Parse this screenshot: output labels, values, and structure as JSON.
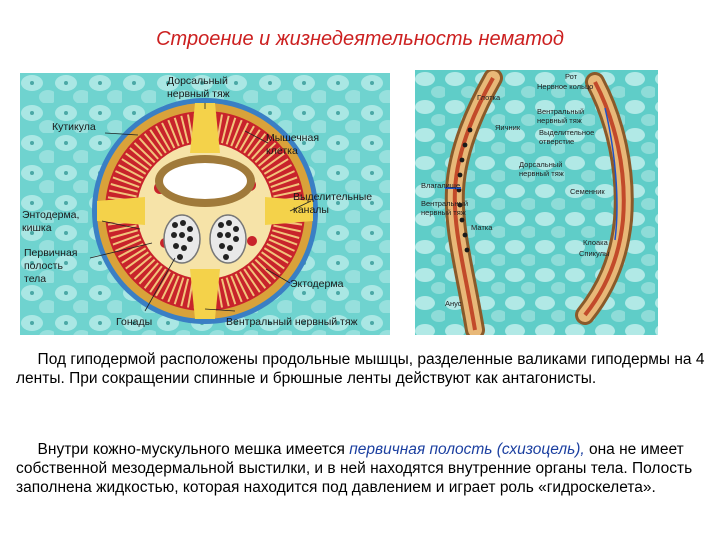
{
  "title": "Строение и жизнедеятельность нематод",
  "cross_section": {
    "labels": {
      "dorsal_nerve": [
        "Дорсальный",
        "нервный тяж"
      ],
      "cuticle": "Кутикула",
      "muscle_cell": [
        "Мышечная",
        "клетка"
      ],
      "excretory": [
        "Выделительные",
        "каналы"
      ],
      "endoderm": [
        "Энтодерма,",
        "кишка"
      ],
      "primary_cavity": [
        "Первичная",
        "полость",
        "тела"
      ],
      "ectoderm": "Эктодерма",
      "gonads": "Гонады",
      "ventral_nerve": "Вентральный нервный тяж"
    }
  },
  "body_diagram": {
    "labels": {
      "mouth": "Рот",
      "nerve_ring": "Нервное кольцо",
      "pharynx": "Глотка",
      "ventral_nerve": [
        "Вентральный",
        "нервный тяж"
      ],
      "ovary": "Яичник",
      "excretory_pore": [
        "Выделительное",
        "отверстие"
      ],
      "dorsal_nerve": [
        "Дорсальный",
        "нервный тяж"
      ],
      "testis": "Семенник",
      "vagina": "Влагалище",
      "ventral_nerve_2": [
        "Вентральный",
        "нервный тяж"
      ],
      "uterus": "Матка",
      "cloaca": "Клоака",
      "spicules": "Спикулы",
      "anus": "Анус"
    }
  },
  "paragraph1": "Под гиподермой расположены продольные мышцы, разделенные валиками гиподермы на 4 ленты. При сокращении спинные и брюшные ленты действуют как антагонисты.",
  "paragraph2": {
    "before": "Внутри кожно-мускульного мешка имеется ",
    "highlight": "первичная полость (схизоцель),",
    "after": " она не имеет собственной мезодермальной выстилки, и в ней находятся внутренние органы тела. Полость заполнена жидкостью, которая находится под давлением и играет роль «гидроскелета»."
  }
}
